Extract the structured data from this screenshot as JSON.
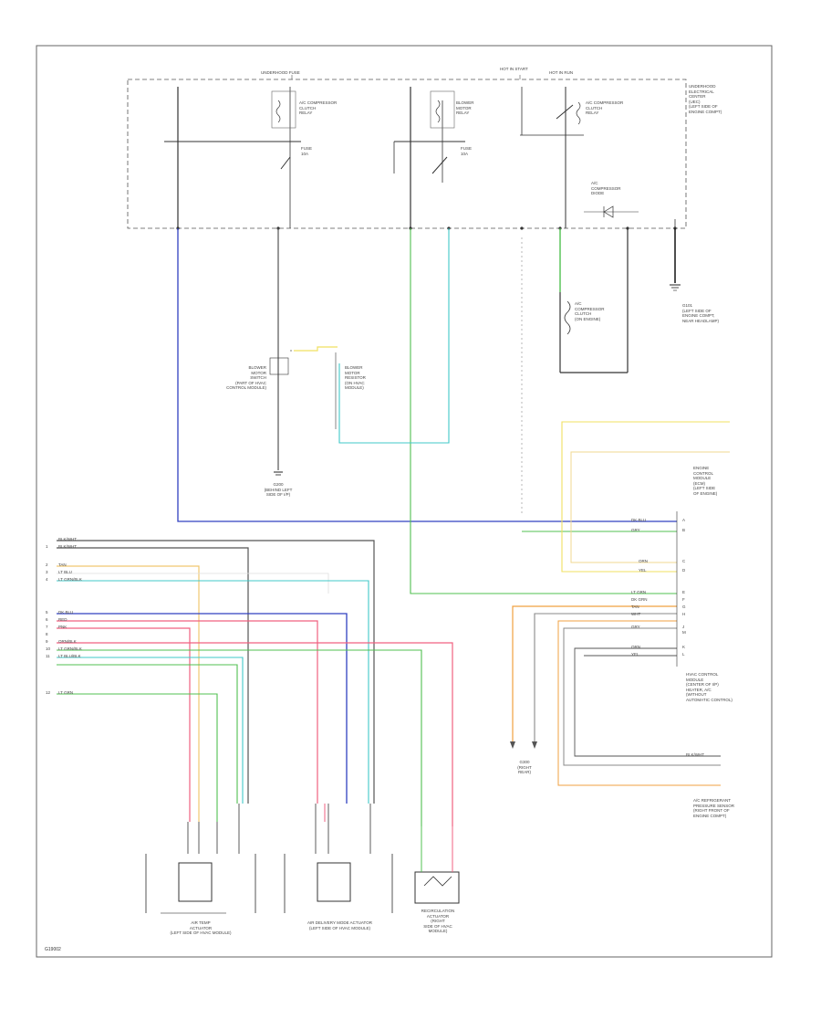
{
  "footer_code": "G19002",
  "component_labels": {
    "top_box_left": "UNDERHOOD FUSE",
    "top_box_mid": "HOT IN START",
    "top_box_mid2": "HOT IN RUN",
    "top_right_box": "UNDERHOOD\nELECTRICAL\nCENTER\n(UEC)\n(LEFT SIDE OF\nENGINE COMPT)",
    "relay_a": "A/C COMPRESSOR\nCLUTCH\nRELAY",
    "relay_b": "BLOWER\nMOTOR\nRELAY",
    "relay_c": "A/C COMPRESSOR\nCLUTCH\nRELAY",
    "fuse_a": "FUSE\n10A",
    "fuse_b": "FUSE\n10A",
    "diode": "A/C\nCOMPRESSOR\nDIODE",
    "ground_right": "G101\n(LEFT SIDE OF\nENGINE COMPT,\nNEAR HEADLAMP)",
    "ac_clutch": "A/C\nCOMPRESSOR\nCLUTCH\n(ON ENGINE)",
    "blower_switch": "BLOWER\nMOTOR\nSWITCH\n(PART OF HVAC\nCONTROL MODULE)",
    "blower_resistor": "BLOWER\nMOTOR\nRESISTOR\n(ON HVAC\nMODULE)",
    "ground_mid": "G200\n(BEHIND LEFT\nSIDE OF I/P)",
    "ecm_block": "ENGINE\nCONTROL\nMODULE\n(ECM)\n(LEFT SIDE\nOF ENGINE)",
    "hvac_module": "HVAC CONTROL\nMODULE\n(CENTER OF I/P)\nHEATER, A/C\n(WITHOUT\nAUTOMATIC CONTROL)",
    "ground_lower": "G300\n(RIGHT\nREAR)",
    "pressure_sensor": "A/C REFRIGERANT\nPRESSURE SENSOR\n(RIGHT FRONT OF\nENGINE COMPT)",
    "air_temp": "AIR TEMP\nACTUATOR\n(LEFT SIDE OF HVAC MODULE)",
    "mode_actuator": "AIR DELIVERY MODE ACTUATOR\n(LEFT SIDE OF HVAC MODULE)",
    "recirc_actuator": "RECIRCULATION\nACTUATOR\n(RIGHT\nSIDE OF HVAC\nMODULE)"
  },
  "wire_labels": {
    "left_list": [
      "BLK/WHT",
      "BLK/WHT",
      "TAN",
      "LT BLU",
      "LT GRN/BLK",
      "DK BLU",
      "RED",
      "PNK",
      "ORN/BLK",
      "LT GRN/BLK",
      "LT BLU/BLK",
      "LT GRN"
    ],
    "right_list": [
      "DK BLU",
      "GRY",
      "ORN",
      "YEL",
      "LT GRN",
      "DK GRN",
      "TAN",
      "WHT",
      "GRY",
      "ORN",
      "YEL",
      "BLK/WHT"
    ],
    "pins_left": [
      "1",
      "2",
      "3",
      "4",
      "5",
      "6",
      "7",
      "8",
      "9",
      "10",
      "11",
      "12"
    ],
    "pins_right": [
      "A",
      "B",
      "C",
      "D",
      "E",
      "F",
      "G",
      "H",
      "J",
      "K",
      "L",
      "M"
    ]
  },
  "colors": {
    "blue": "#3040c0",
    "pink": "#f06080",
    "cyan": "#40c8c8",
    "green": "#50c050",
    "yellow": "#f0d060",
    "orange": "#f0a040",
    "gray": "#707070",
    "dark": "#333333"
  }
}
